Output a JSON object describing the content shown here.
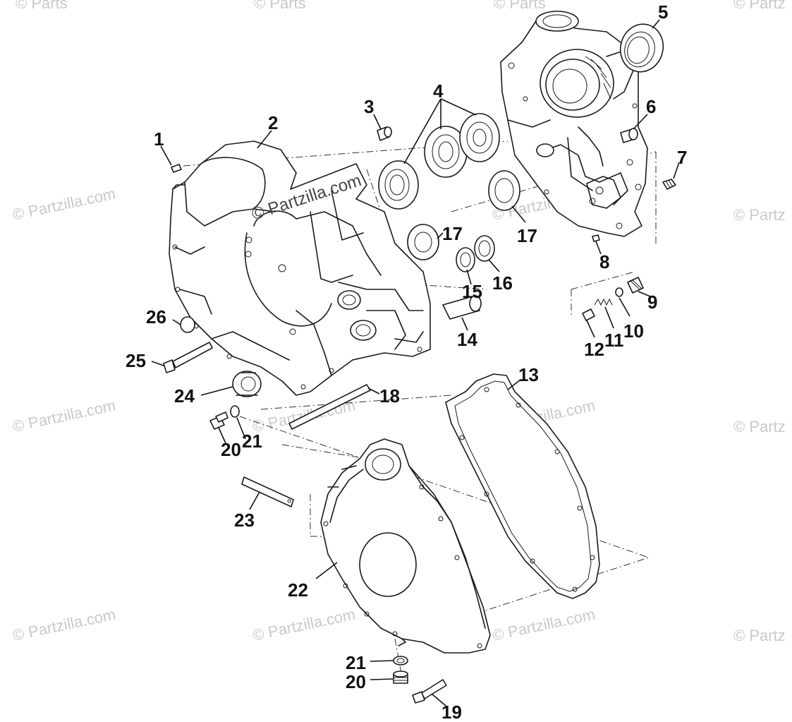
{
  "watermark": {
    "text": "© Partzilla.com",
    "edge_text": "© Partz",
    "top_edge_text": "© Parts"
  },
  "callouts": {
    "c1": "1",
    "c2": "2",
    "c3": "3",
    "c4": "4",
    "c5": "5",
    "c6": "6",
    "c7": "7",
    "c8": "8",
    "c9": "9",
    "c10": "10",
    "c11": "11",
    "c12": "12",
    "c13": "13",
    "c14": "14",
    "c15": "15",
    "c16": "16",
    "c17a": "17",
    "c17b": "17",
    "c18": "18",
    "c19": "19",
    "c20a": "20",
    "c20b": "20",
    "c21a": "21",
    "c21b": "21",
    "c22": "22",
    "c23": "23",
    "c24": "24",
    "c25": "25",
    "c26": "26"
  },
  "colors": {
    "line": "#1a1a1a",
    "watermark": "#c9c9c9",
    "background": "#ffffff"
  }
}
